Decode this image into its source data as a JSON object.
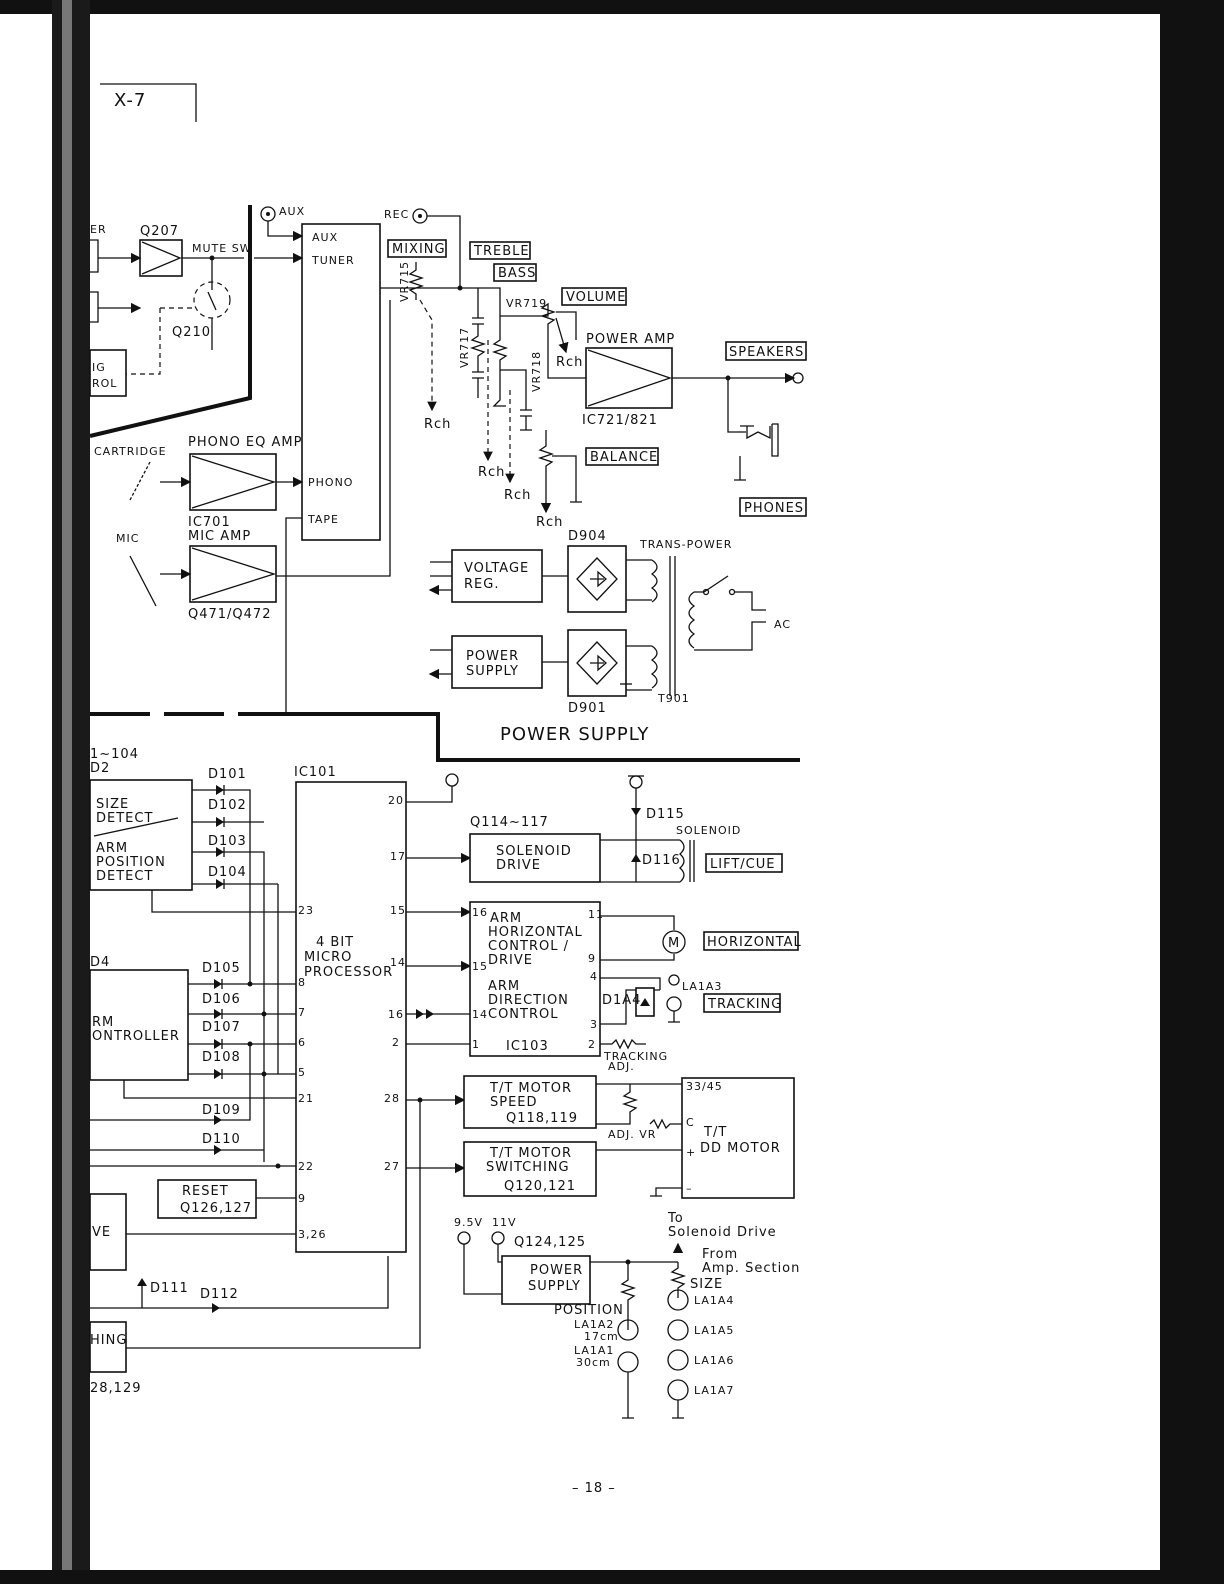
{
  "page_label": "X-7",
  "page_number": "– 18 –",
  "amp": {
    "q207": "Q207",
    "mute_sw": "MUTE SW",
    "q210": "Q210",
    "ctrl_frag1": "IG",
    "ctrl_frag2": "ROL",
    "er_frag": "ER",
    "aux_jack": "AUX",
    "rec_jack": "REC",
    "sel_aux": "AUX",
    "sel_tuner": "TUNER",
    "sel_phono": "PHONO",
    "sel_tape": "TAPE",
    "mixing": "MIXING",
    "treble": "TREBLE",
    "bass": "BASS",
    "volume": "VOLUME",
    "vr715": "VR715",
    "vr717": "VR717",
    "vr718": "VR718",
    "vr719": "VR719",
    "rch": "Rch",
    "power_amp": "POWER AMP",
    "ic721": "IC721/821",
    "speakers": "SPEAKERS",
    "balance": "BALANCE",
    "phones": "PHONES",
    "cartridge": "CARTRIDGE",
    "phono_eq": "PHONO EQ AMP",
    "ic701": "IC701",
    "mic": "MIC",
    "mic_amp": "MIC AMP",
    "q471": "Q471/Q472"
  },
  "psu": {
    "voltage_reg_1": "VOLTAGE",
    "voltage_reg_2": "REG.",
    "power_supply_1": "POWER",
    "power_supply_2": "SUPPLY",
    "d904": "D904",
    "d901": "D901",
    "trans_power": "TRANS-POWER",
    "ac": "AC",
    "t901": "T901",
    "section_title": "POWER SUPPLY"
  },
  "tt": {
    "frag_104": "1~104",
    "frag_d2": "D2",
    "frag_d4": "D4",
    "size_detect_1": "SIZE",
    "size_detect_2": "DETECT",
    "arm_pos_1": "ARM",
    "arm_pos_2": "POSITION",
    "arm_pos_3": "DETECT",
    "d101": "D101",
    "d102": "D102",
    "d103": "D103",
    "d104": "D104",
    "d105": "D105",
    "d106": "D106",
    "d107": "D107",
    "d108": "D108",
    "d109": "D109",
    "d110": "D110",
    "d111": "D111",
    "d112": "D112",
    "arm_ctrl_1": "RM",
    "arm_ctrl_2": "ONTROLLER",
    "ve": "VE",
    "hing": "HING",
    "frag_128": "28,129",
    "ic101": "IC101",
    "mp_1": "4 BIT",
    "mp_2": "MICRO",
    "mp_3": "PROCESSOR",
    "pins": {
      "p20": "20",
      "p17": "17",
      "p23": "23",
      "p15": "15",
      "p14": "14",
      "p8": "8",
      "p7": "7",
      "p16": "16",
      "p6": "6",
      "p2": "2",
      "p5": "5",
      "p21": "21",
      "p28": "28",
      "p22": "22",
      "p27": "27",
      "p9": "9",
      "p326": "3,26"
    },
    "reset_1": "RESET",
    "reset_2": "Q126,127",
    "q114": "Q114~117",
    "sol_drive_1": "SOLENOID",
    "sol_drive_2": "DRIVE",
    "d115": "D115",
    "d116": "D116",
    "solenoid": "SOLENOID",
    "lift_cue": "LIFT/CUE",
    "ic103_1": "ARM",
    "ic103_2": "HORIZONTAL",
    "ic103_3": "CONTROL /",
    "ic103_4": "DRIVE",
    "ic103_5": "ARM",
    "ic103_6": "DIRECTION",
    "ic103_7": "CONTROL",
    "ic103": "IC103",
    "ic103_pins": {
      "a16": "16",
      "a15": "15",
      "a14": "14",
      "a1": "1",
      "b11": "11",
      "b9": "9",
      "b4": "4",
      "b3": "3",
      "b2": "2"
    },
    "horizontal": "HORIZONTAL",
    "motor_m": "M",
    "d1a4": "D1A4",
    "la1a3": "LA1A3",
    "tracking": "TRACKING",
    "tracking_adj_1": "TRACKING",
    "tracking_adj_2": "ADJ.",
    "tt_speed_1": "T/T MOTOR",
    "tt_speed_2": "SPEED",
    "tt_speed_3": "Q118,119",
    "tt_sw_1": "T/T MOTOR",
    "tt_sw_2": "SWITCHING",
    "tt_sw_3": "Q120,121",
    "adj_vr": "ADJ. VR",
    "motor_1": "T/T",
    "motor_2": "DD MOTOR",
    "rpm": "33/45",
    "pin_c": "C",
    "plus": "+",
    "minus": "–",
    "to_sol_1": "To",
    "to_sol_2": "Solenoid Drive",
    "from_amp_1": "From",
    "from_amp_2": "Amp. Section",
    "v95": "9.5V",
    "v11": "11V",
    "q124": "Q124,125",
    "ps_1": "POWER",
    "ps_2": "SUPPLY",
    "position": "POSITION",
    "size": "SIZE",
    "la1a2": "LA1A2",
    "cm17": "17cm",
    "la1a1": "LA1A1",
    "cm30": "30cm",
    "la1a4": "LA1A4",
    "la1a5": "LA1A5",
    "la1a6": "LA1A6",
    "la1a7": "LA1A7"
  }
}
